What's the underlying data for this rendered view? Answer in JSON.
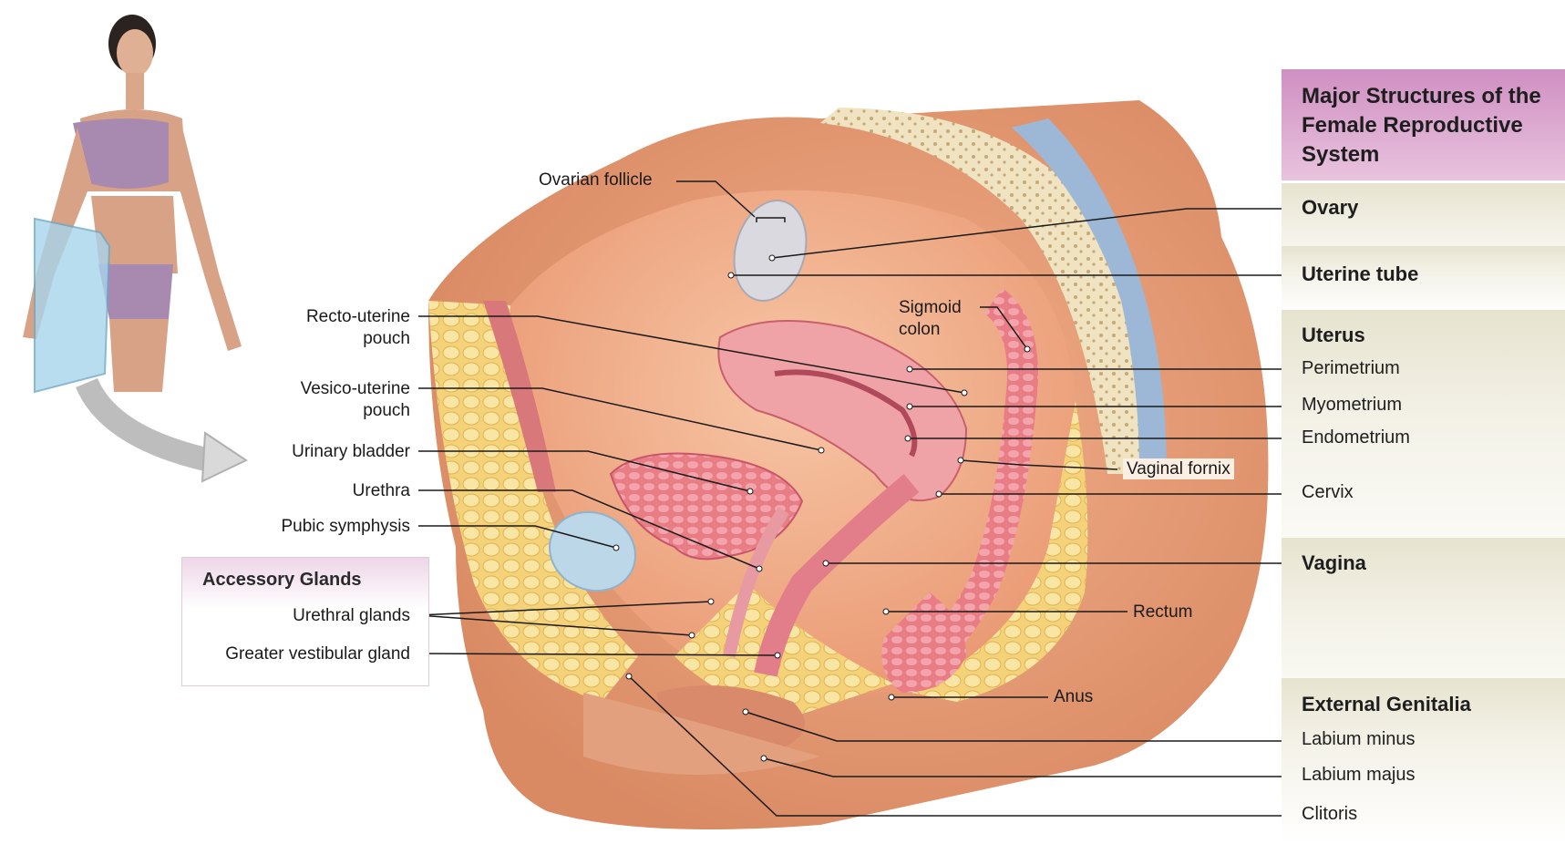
{
  "panel": {
    "title": "Major Structures of the Female Reproductive System",
    "sections": [
      {
        "heading": "Ovary"
      },
      {
        "heading": "Uterine tube"
      },
      {
        "heading": "Uterus",
        "items": [
          "Perimetrium",
          "Myometrium",
          "Endometrium",
          "Cervix"
        ]
      },
      {
        "heading": "Vagina"
      },
      {
        "heading": "External Genitalia",
        "items": [
          "Labium minus",
          "Labium majus",
          "Clitoris"
        ]
      }
    ]
  },
  "accessory": {
    "title": "Accessory Glands",
    "items": [
      "Urethral glands",
      "Greater vestibular gland"
    ]
  },
  "left_labels": {
    "ovarian_follicle": "Ovarian follicle",
    "recto_uterine_1": "Recto-uterine",
    "recto_uterine_2": "pouch",
    "vesico_uterine_1": "Vesico-uterine",
    "vesico_uterine_2": "pouch",
    "urinary_bladder": "Urinary bladder",
    "urethra": "Urethra",
    "pubic_symphysis": "Pubic symphysis"
  },
  "inner_labels": {
    "sigmoid_1": "Sigmoid",
    "sigmoid_2": "colon",
    "vaginal_fornix": "Vaginal fornix",
    "rectum": "Rectum",
    "anus": "Anus"
  },
  "colors": {
    "panel_header": "#d9a3cf",
    "tissue_pink": "#e88a92",
    "fat_yellow": "#f6d77a",
    "skin": "#e9a57e",
    "bladder_blue": "#bcd7e8"
  }
}
